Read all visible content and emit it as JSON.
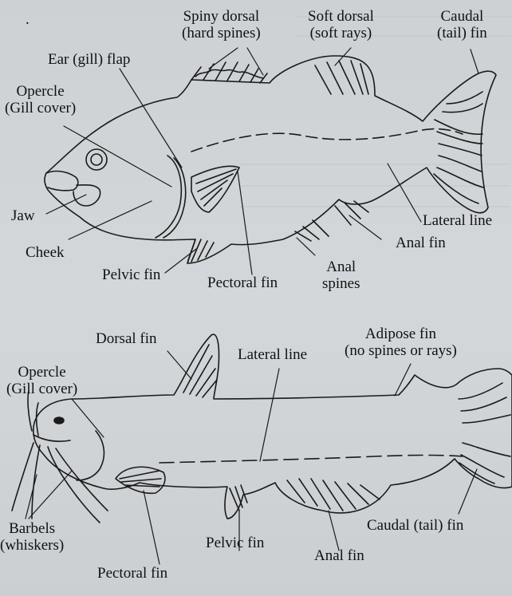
{
  "perch": {
    "spiny_dorsal": [
      "Spiny dorsal",
      "(hard spines)"
    ],
    "soft_dorsal": [
      "Soft dorsal",
      "(soft rays)"
    ],
    "caudal": [
      "Caudal",
      "(tail) fin"
    ],
    "ear_flap": "Ear (gill) flap",
    "opercle": [
      "Opercle",
      "(Gill cover)"
    ],
    "jaw": "Jaw",
    "cheek": "Cheek",
    "pelvic": "Pelvic fin",
    "pectoral": "Pectoral fin",
    "anal_spines": [
      "Anal",
      "spines"
    ],
    "anal_fin": "Anal fin",
    "lateral_line": "Lateral line"
  },
  "catfish": {
    "dorsal": "Dorsal fin",
    "adipose": [
      "Adipose fin",
      "(no spines or rays)"
    ],
    "opercle": [
      "Opercle",
      "(Gill cover)"
    ],
    "lateral_line": "Lateral line",
    "barbels": [
      "Barbels",
      "(whiskers)"
    ],
    "pectoral": "Pectoral fin",
    "pelvic": "Pelvic fin",
    "anal_fin": "Anal fin",
    "caudal": "Caudal (tail) fin"
  },
  "stray_mark": "."
}
